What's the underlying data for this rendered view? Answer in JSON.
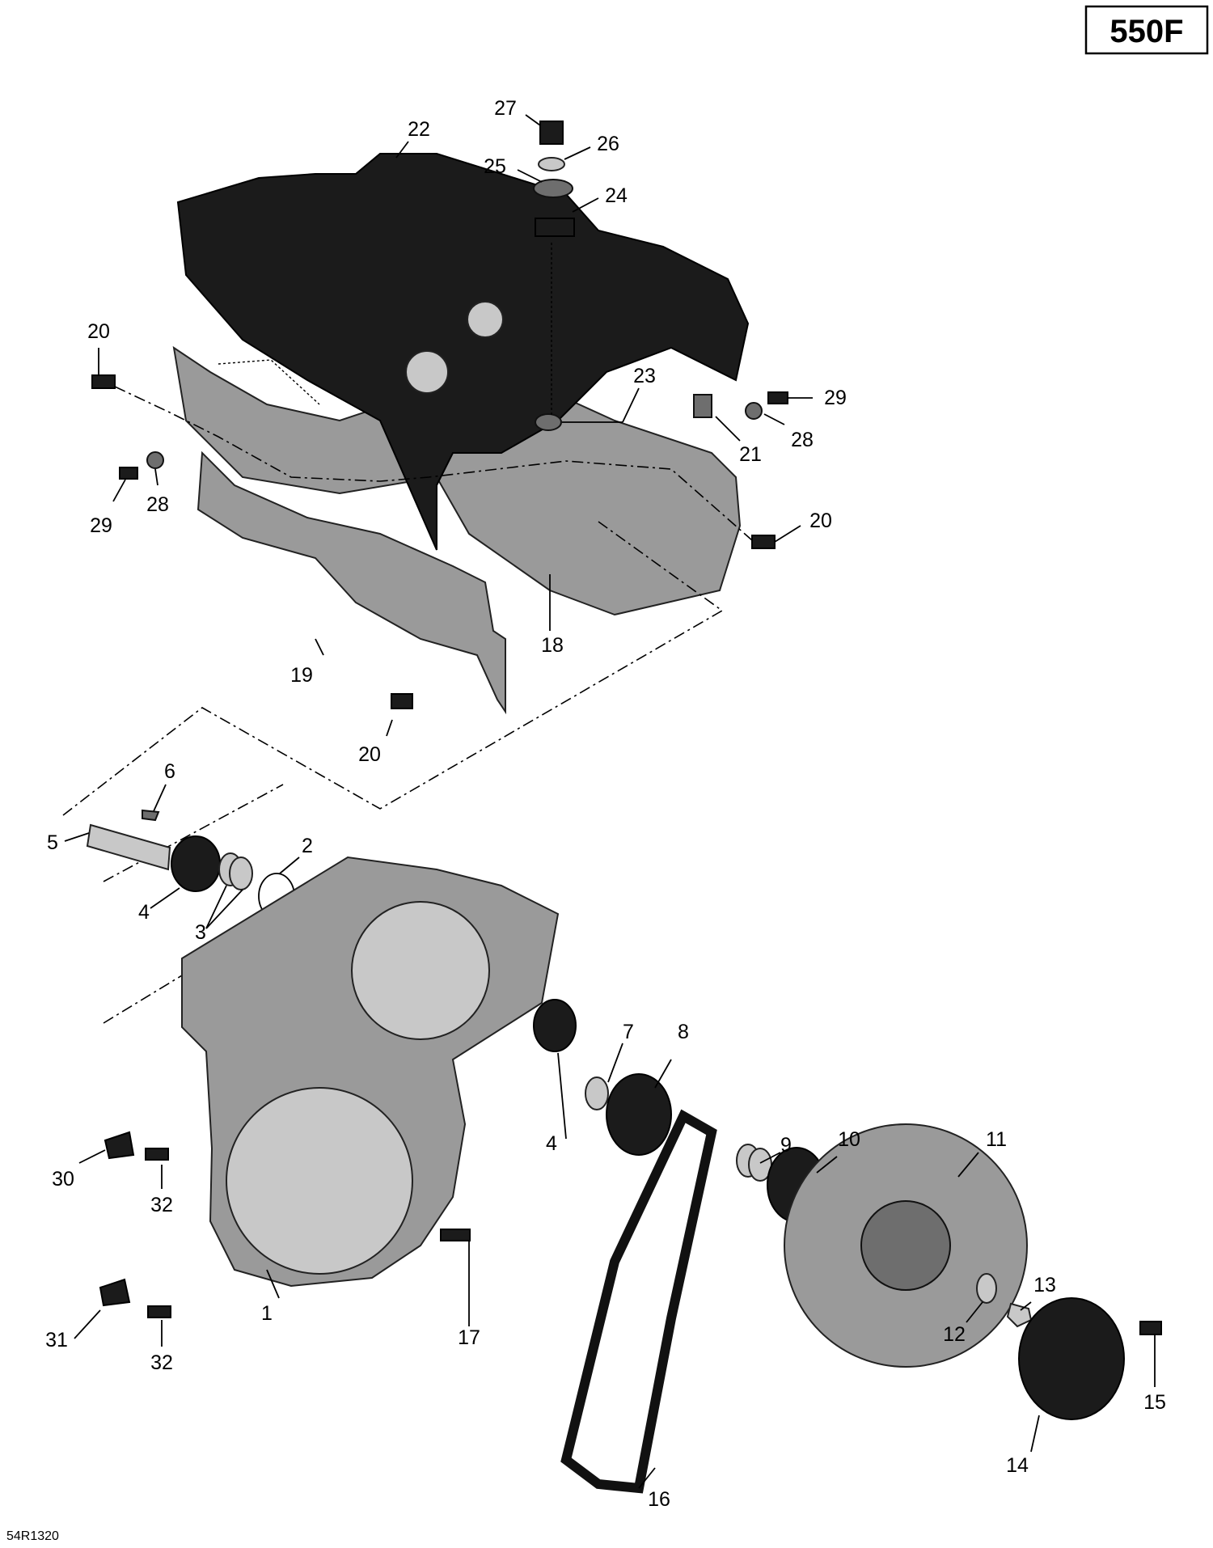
{
  "badge": "550F",
  "reference": "54R1320",
  "callouts": [
    {
      "id": "c1",
      "text": "1"
    },
    {
      "id": "c2",
      "text": "2"
    },
    {
      "id": "c3",
      "text": "3"
    },
    {
      "id": "c4a",
      "text": "4"
    },
    {
      "id": "c4b",
      "text": "4"
    },
    {
      "id": "c5",
      "text": "5"
    },
    {
      "id": "c6",
      "text": "6"
    },
    {
      "id": "c7",
      "text": "7"
    },
    {
      "id": "c8",
      "text": "8"
    },
    {
      "id": "c9",
      "text": "9"
    },
    {
      "id": "c10",
      "text": "10"
    },
    {
      "id": "c11",
      "text": "11"
    },
    {
      "id": "c12",
      "text": "12"
    },
    {
      "id": "c13",
      "text": "13"
    },
    {
      "id": "c14",
      "text": "14"
    },
    {
      "id": "c15",
      "text": "15"
    },
    {
      "id": "c16",
      "text": "16"
    },
    {
      "id": "c17",
      "text": "17"
    },
    {
      "id": "c18",
      "text": "18"
    },
    {
      "id": "c19",
      "text": "19"
    },
    {
      "id": "c20a",
      "text": "20"
    },
    {
      "id": "c20b",
      "text": "20"
    },
    {
      "id": "c20c",
      "text": "20"
    },
    {
      "id": "c21",
      "text": "21"
    },
    {
      "id": "c22",
      "text": "22"
    },
    {
      "id": "c23",
      "text": "23"
    },
    {
      "id": "c24",
      "text": "24"
    },
    {
      "id": "c25",
      "text": "25"
    },
    {
      "id": "c26",
      "text": "26"
    },
    {
      "id": "c27",
      "text": "27"
    },
    {
      "id": "c28a",
      "text": "28"
    },
    {
      "id": "c28b",
      "text": "28"
    },
    {
      "id": "c29a",
      "text": "29"
    },
    {
      "id": "c29b",
      "text": "29"
    },
    {
      "id": "c30",
      "text": "30"
    },
    {
      "id": "c31",
      "text": "31"
    },
    {
      "id": "c32a",
      "text": "32"
    },
    {
      "id": "c32b",
      "text": "32"
    }
  ]
}
